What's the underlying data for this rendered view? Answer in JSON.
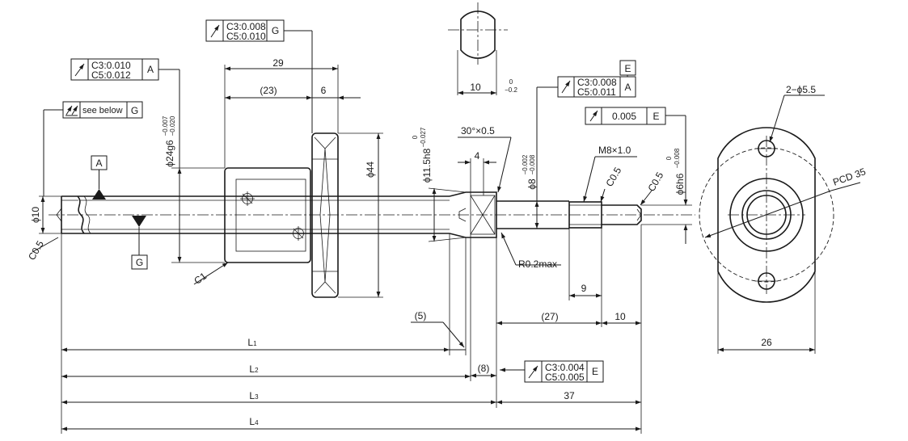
{
  "tolerance_frames": {
    "top": {
      "line1": "C3:0.008",
      "line2": "C5:0.010",
      "datum": "G"
    },
    "left": {
      "line1": "C3:0.010",
      "line2": "C5:0.012",
      "datum": "A"
    },
    "see_below": {
      "text": "see below",
      "datum": "G"
    },
    "right_e": {
      "line1": "C3:0.008",
      "line2": "C5:0.011",
      "datum": "A",
      "datum_top": "E"
    },
    "single": {
      "value": "0.005",
      "datum": "E"
    },
    "bottom": {
      "line1": "C3:0.004",
      "line2": "C5:0.005",
      "datum": "E"
    }
  },
  "datums": {
    "a": "A",
    "g": "G"
  },
  "dims": {
    "d29": "29",
    "d23": "(23)",
    "d6": "6",
    "d10_end": "10",
    "d10_tol_upper": "0",
    "d10_tol_lower": "−0.2",
    "phi10": "ϕ10",
    "c05_left": "C0.5",
    "phi24": "ϕ24g6",
    "phi24_tol_upper": "−0.007",
    "phi24_tol_lower": "−0.020",
    "phi44": "ϕ44",
    "c1": "C1",
    "phi11": "ϕ11.5h8",
    "phi11_tol_upper": "0",
    "phi11_tol_lower": "−0.027",
    "chamfer30": "30°×0.5",
    "d4": "4",
    "phi8": "ϕ8",
    "phi8_tol_upper": "−0.002",
    "phi8_tol_lower": "−0.008",
    "m8": "M8×1.0",
    "c05_a": "C0.5",
    "c05_b": "C0.5",
    "phi6": "ϕ6h6",
    "phi6_tol_upper": "0",
    "phi6_tol_lower": "−0.008",
    "r02": "R0.2max",
    "d9": "9",
    "d5": "(5)",
    "d27": "(27)",
    "d10_tip": "10",
    "d8": "(8)",
    "d37": "37",
    "holes": "2−ϕ5.5",
    "pcd": "PCD 35",
    "d26": "26"
  },
  "lengths": {
    "l1": "L",
    "l1_sub": "1",
    "l2": "L",
    "l2_sub": "2",
    "l3": "L",
    "l3_sub": "3",
    "l4": "L",
    "l4_sub": "4"
  }
}
